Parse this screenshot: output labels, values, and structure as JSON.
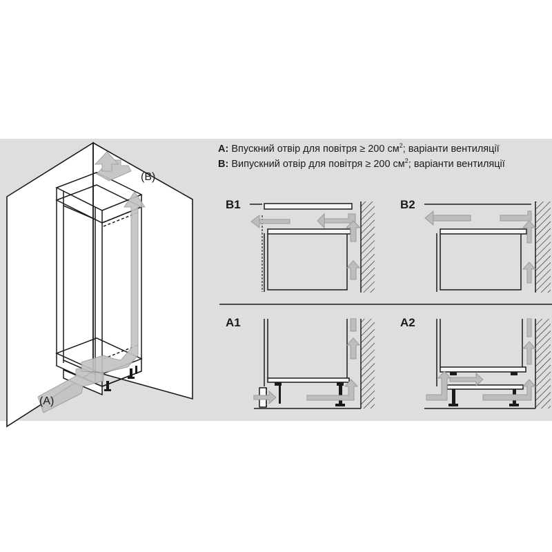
{
  "legend": {
    "a_key": "A:",
    "a_text_1": " Впускний отвір для повітря ≥ 200 см",
    "a_sup": "2",
    "a_text_2": "; варіанти вентиляції",
    "b_key": "B:",
    "b_text_1": " Випускний отвір для повітря ≥ 200 см",
    "b_sup": "2",
    "b_text_2": "; варіанти вентиляції"
  },
  "callouts": {
    "inlet": "(A)",
    "outlet": "(B)"
  },
  "variants": [
    {
      "id": "b1",
      "label": "B1"
    },
    {
      "id": "b2",
      "label": "B2"
    },
    {
      "id": "a1",
      "label": "A1"
    },
    {
      "id": "a2",
      "label": "A2"
    }
  ],
  "colors": {
    "panel": "#dedede",
    "line": "#1a1a1a",
    "arrow": "#b8b8b8",
    "arrow_edge": "#9a9a9a"
  }
}
